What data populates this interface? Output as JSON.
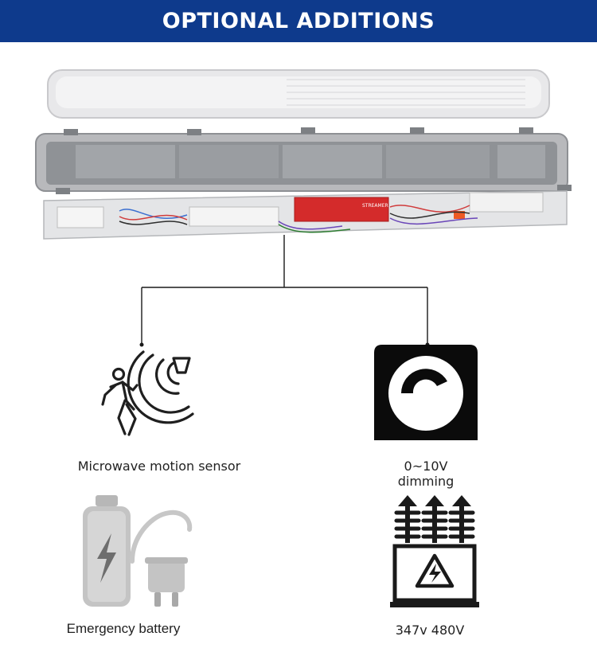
{
  "header": {
    "title": "OPTIONAL ADDITIONS",
    "background_color": "#0e3a8c"
  },
  "product_image": {
    "driver_label": "STREAMER"
  },
  "options": [
    {
      "label": "Microwave motion sensor",
      "icon": "microwave-motion-sensor-icon"
    },
    {
      "label_line1": "0~10V",
      "label_line2": "dimming",
      "icon": "dimming-knob-icon"
    },
    {
      "label": "Emergency battery",
      "icon": "emergency-battery-icon"
    },
    {
      "label": "347v 480V",
      "icon": "high-voltage-transformer-icon"
    }
  ]
}
